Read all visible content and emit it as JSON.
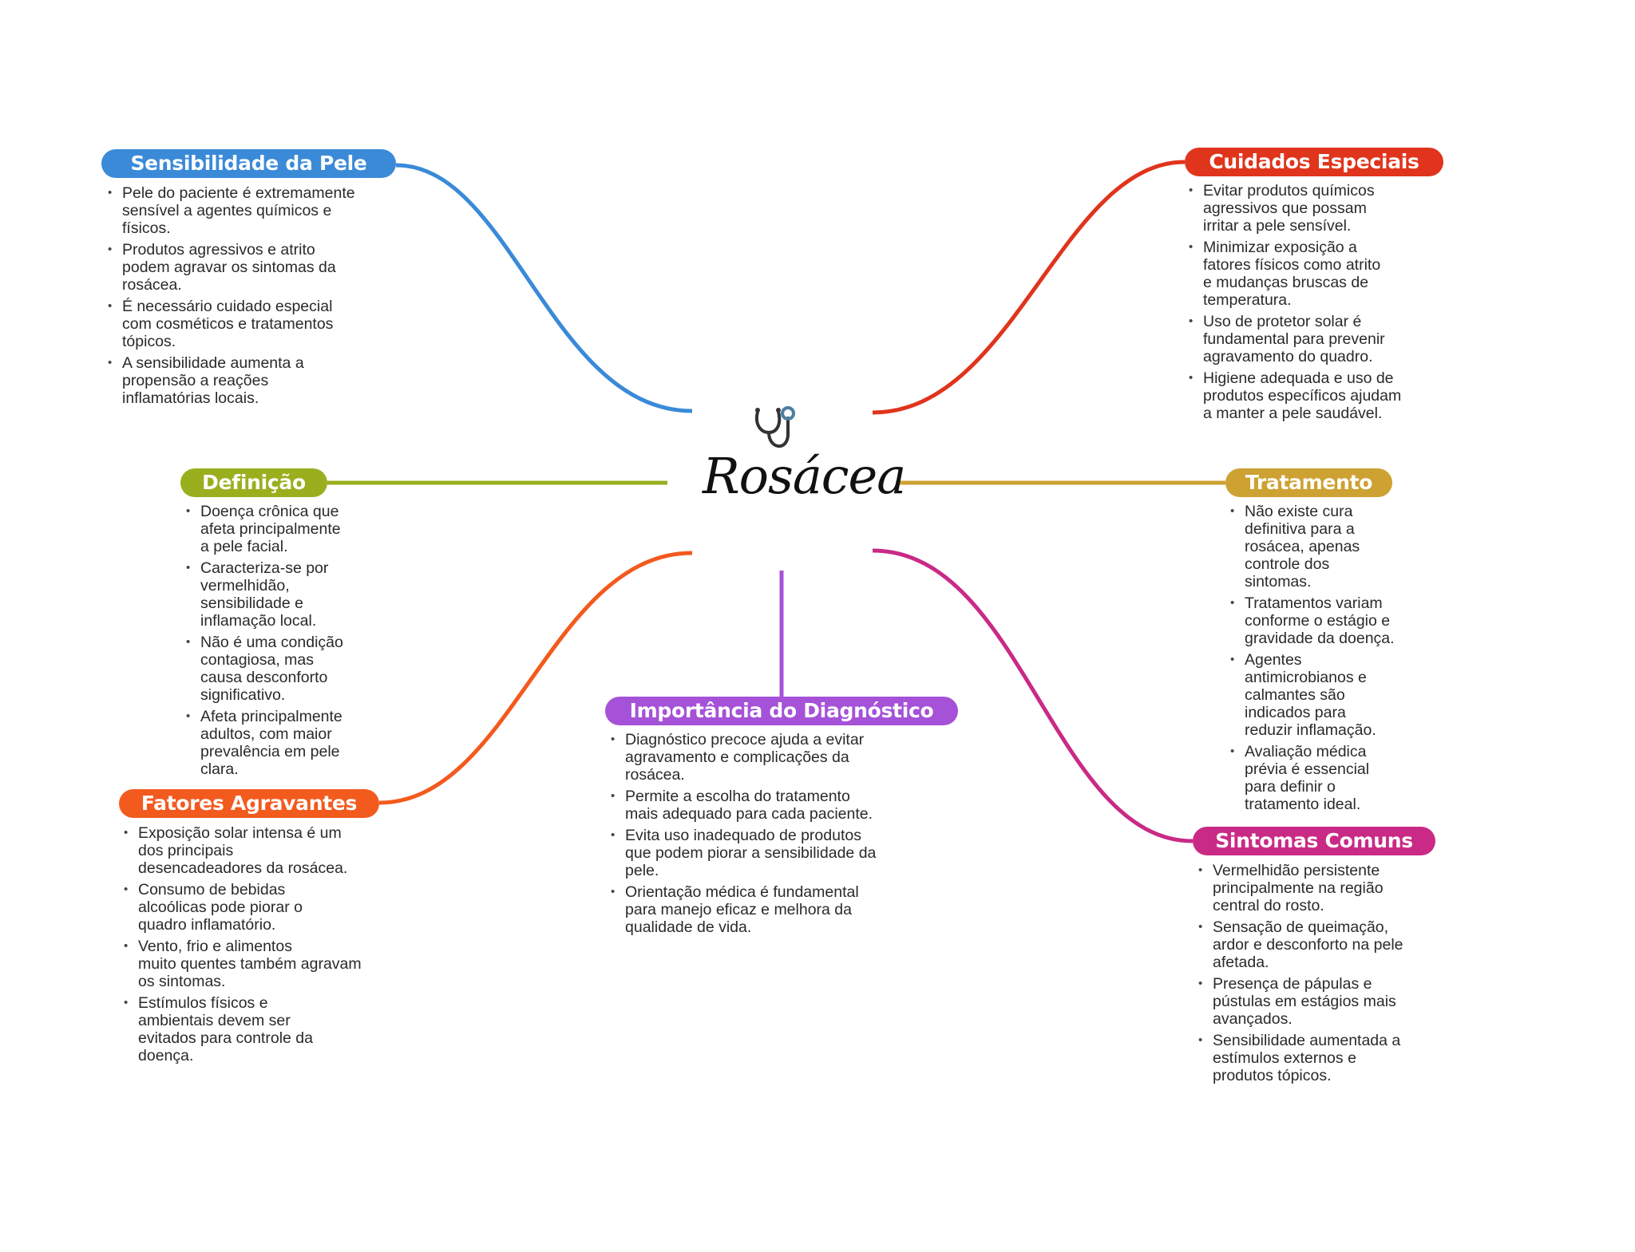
{
  "center": {
    "title": "Rosácea",
    "icon": "stethoscope-icon"
  },
  "branches": [
    {
      "id": "sensibilidade",
      "title": "Sensibilidade da Pele",
      "color": "#3a8ad8",
      "items": [
        "Pele do paciente é extremamente\nsensível a agentes químicos e\nfísicos.",
        "Produtos agressivos e atrito\npodem agravar os sintomas da\nrosácea.",
        "É necessário cuidado especial\ncom cosméticos e tratamentos\ntópicos.",
        "A sensibilidade aumenta a\npropensão a reações\ninflamatórias locais."
      ]
    },
    {
      "id": "cuidados",
      "title": "Cuidados Especiais",
      "color": "#e0341c",
      "items": [
        "Evitar produtos químicos\nagressivos que possam\nirritar a pele sensível.",
        "Minimizar exposição a\nfatores físicos como atrito\ne mudanças bruscas de\ntemperatura.",
        "Uso de protetor solar é\nfundamental para prevenir\nagravamento do quadro.",
        "Higiene adequada e uso de\nprodutos específicos ajudam\na manter a pele saudável."
      ]
    },
    {
      "id": "definicao",
      "title": "Definição",
      "color": "#9aaf1e",
      "items": [
        "Doença crônica que\nafeta principalmente\na pele facial.",
        "Caracteriza-se por\nvermelhidão,\nsensibilidade e\ninflamação local.",
        "Não é uma condição\ncontagiosa, mas\ncausa desconforto\nsignificativo.",
        "Afeta principalmente\nadultos, com maior\nprevalência em pele\nclara."
      ]
    },
    {
      "id": "tratamento",
      "title": "Tratamento",
      "color": "#cda232",
      "items": [
        "Não existe cura\ndefinitiva para a\nrosácea, apenas\ncontrole dos\nsintomas.",
        "Tratamentos variam\nconforme o estágio e\ngravidade da doença.",
        "Agentes\nantimicrobianos e\ncalmantes são\nindicados para\nreduzir inflamação.",
        "Avaliação médica\nprévia é essencial\npara definir o\ntratamento ideal."
      ]
    },
    {
      "id": "fatores",
      "title": "Fatores Agravantes",
      "color": "#f35a1e",
      "items": [
        "Exposição solar intensa é um\ndos principais\ndesencadeadores da rosácea.",
        "Consumo de bebidas\nalcoólicas pode piorar o\nquadro inflamatório.",
        "Vento, frio e alimentos\nmuito quentes também agravam\nos sintomas.",
        "Estímulos físicos e\nambientais devem ser\nevitados para controle da\ndoença."
      ]
    },
    {
      "id": "importancia",
      "title": "Importância do Diagnóstico",
      "color": "#a552d8",
      "items": [
        "Diagnóstico precoce ajuda a evitar\nagravamento e complicações da\nrosácea.",
        "Permite a escolha do tratamento\nmais adequado para cada paciente.",
        "Evita uso inadequado de produtos\nque podem piorar a sensibilidade da\npele.",
        "Orientação médica é fundamental\npara manejo eficaz e melhora da\nqualidade de vida."
      ]
    },
    {
      "id": "sintomas",
      "title": "Sintomas Comuns",
      "color": "#c92a86",
      "items": [
        "Vermelhidão persistente\nprincipalmente na região\ncentral do rosto.",
        "Sensação de queimação,\nardor e desconforto na pele\nafetada.",
        "Presença de pápulas e\npústulas em estágios mais\navançados.",
        "Sensibilidade aumentada a\nestímulos externos e\nprodutos tópicos."
      ]
    }
  ]
}
